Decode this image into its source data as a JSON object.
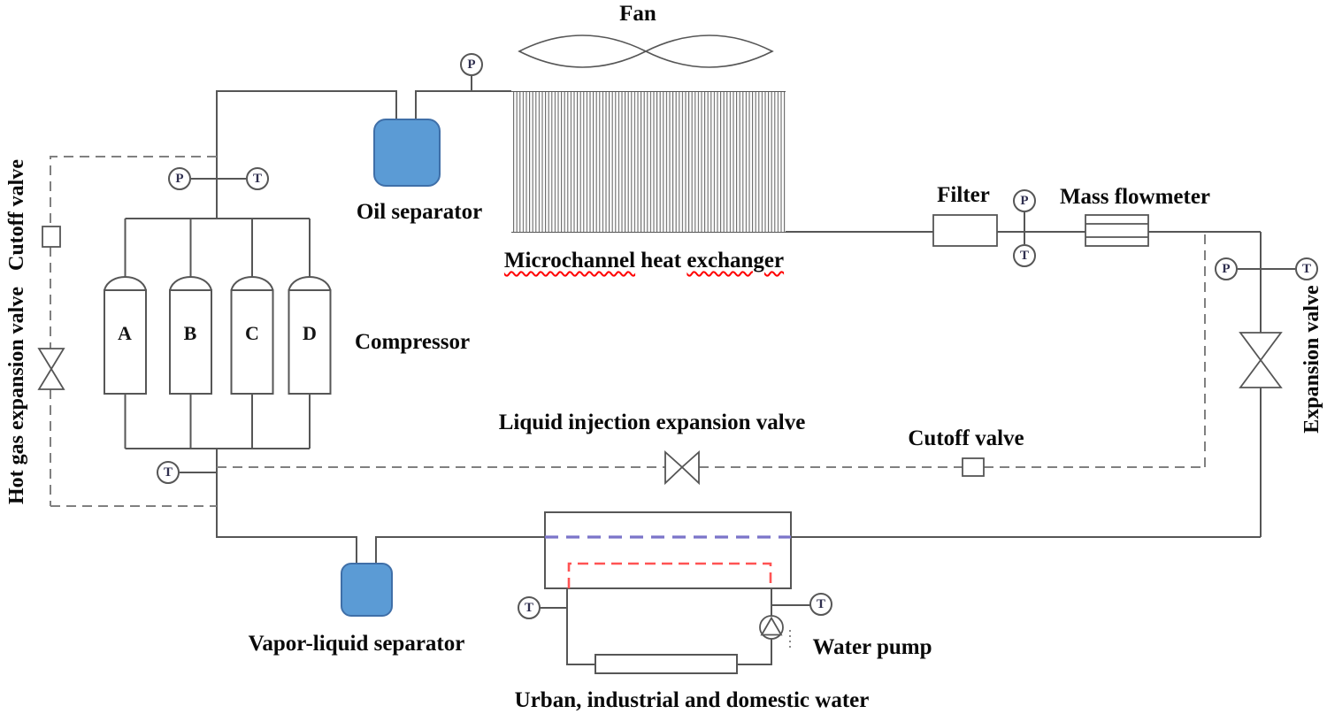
{
  "labels": {
    "fan": "Fan",
    "oil_separator": "Oil separator",
    "mhx_words": [
      "Microchannel",
      "heat",
      "exchanger"
    ],
    "compressor": "Compressor",
    "filter": "Filter",
    "mass_flowmeter": "Mass flowmeter",
    "cutoff_valve_left": "Cutoff valve",
    "hot_gas_expansion_valve": "Hot gas expansion valve",
    "liquid_injection_expansion_valve": "Liquid injection expansion valve",
    "cutoff_valve_mid": "Cutoff valve",
    "expansion_valve": "Expansion valve",
    "vapor_liquid_separator": "Vapor-liquid separator",
    "water_pump": "Water pump",
    "urban_water": "Urban, industrial and domestic water"
  },
  "sensors": {
    "p": "P",
    "t": "T"
  },
  "compressor": {
    "cylinders": [
      "A",
      "B",
      "C",
      "D"
    ]
  },
  "colors": {
    "pipe": "#565656",
    "dashed_bypass": "#808080",
    "vessel_fill": "#5b9bd5",
    "vessel_border": "#3f6fa8",
    "water_supply_dash": "#7b74c9",
    "hot_water_dash": "#ff5353",
    "spellcheck_underline": "#ff0000",
    "text": "#0a0a0a"
  }
}
